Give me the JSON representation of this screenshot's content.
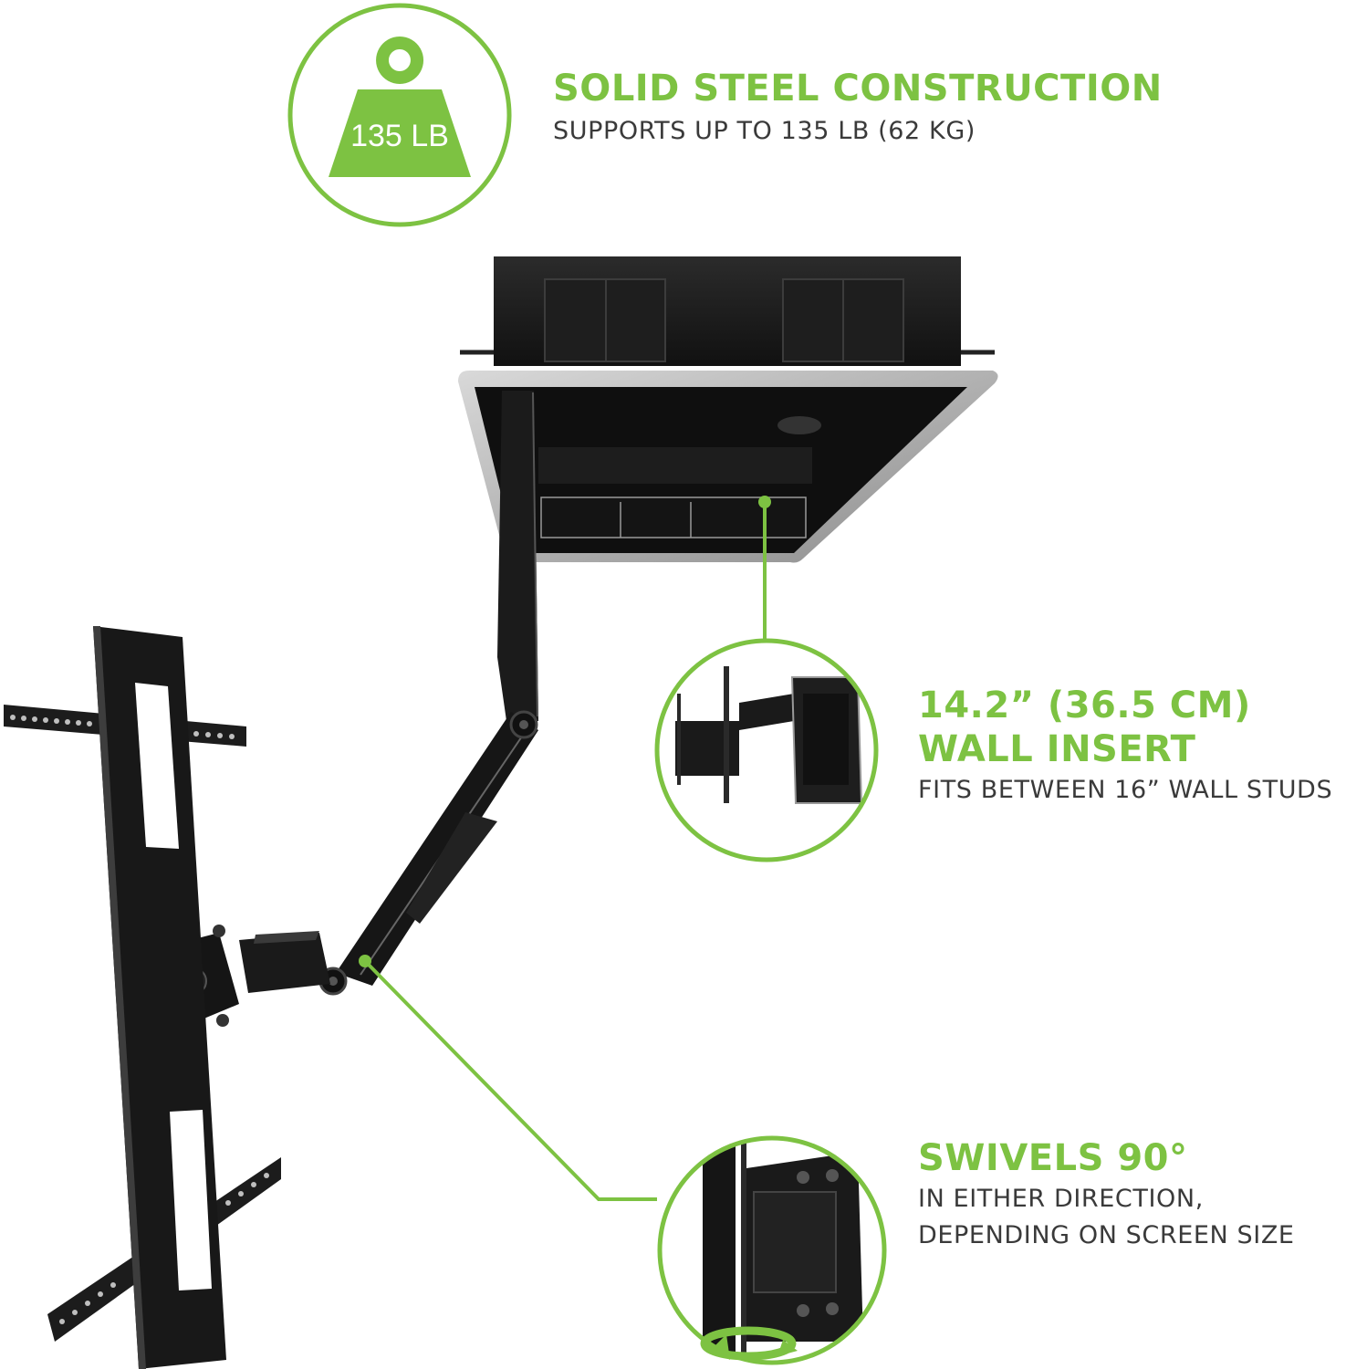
{
  "colors": {
    "accent": "#7dc242",
    "text_dark": "#3a3a3a",
    "metal": "#1a1a1a",
    "metal_edge": "#b8b8b8"
  },
  "weight_badge": {
    "icon": "weight-icon",
    "label": "135 LB"
  },
  "features": [
    {
      "title_lines": [
        "SOLID STEEL CONSTRUCTION"
      ],
      "detail_lines": [
        "SUPPORTS UP TO 135 LB (62 KG)"
      ]
    },
    {
      "title_lines": [
        "14.2” (36.5 CM)",
        "WALL INSERT"
      ],
      "detail_lines": [
        "FITS BETWEEN 16” WALL STUDS"
      ]
    },
    {
      "title_lines": [
        "SWIVELS 90°"
      ],
      "detail_lines": [
        "IN EITHER DIRECTION,",
        "DEPENDING ON SCREEN SIZE"
      ]
    }
  ],
  "swivel_icon": "rotate-arrow-icon"
}
